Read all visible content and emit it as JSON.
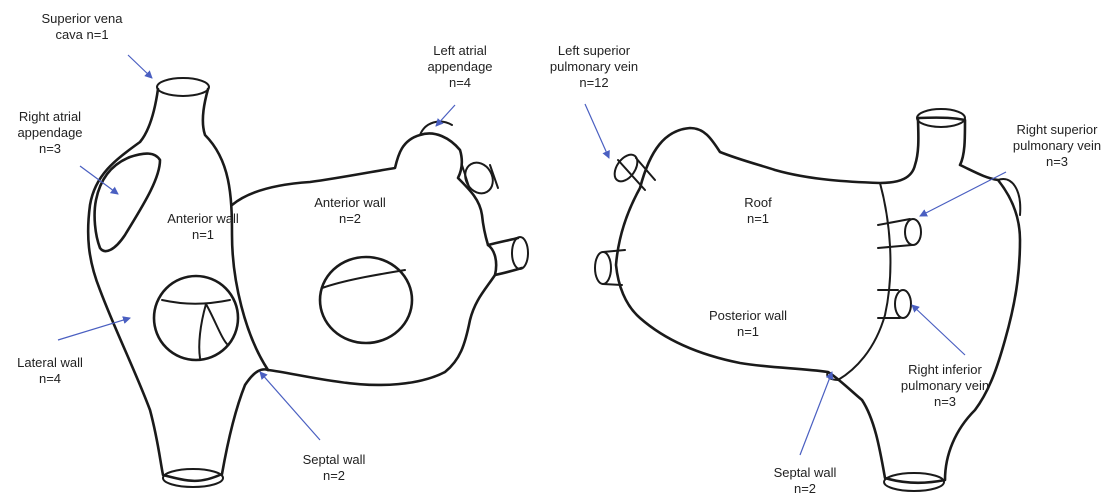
{
  "colors": {
    "outline": "#1a1a1a",
    "arrow": "#4a5fc1",
    "text": "#222222",
    "background": "#ffffff"
  },
  "right_atrium_view": {
    "superior_vena_cava": {
      "line1": "Superior vena",
      "line2": "cava n=1"
    },
    "right_atrial_appendage": {
      "line1": "Right atrial",
      "line2": "appendage",
      "line3": "n=3"
    },
    "anterior_wall": {
      "line1": "Anterior wall",
      "line2": "n=1"
    },
    "lateral_wall": {
      "line1": "Lateral wall",
      "line2": "n=4"
    },
    "septal_wall": {
      "line1": "Septal wall",
      "line2": "n=2"
    }
  },
  "left_atrium_anterior_view": {
    "left_atrial_appendage": {
      "line1": "Left atrial",
      "line2": "appendage",
      "line3": "n=4"
    },
    "anterior_wall": {
      "line1": "Anterior wall",
      "line2": "n=2"
    }
  },
  "left_atrium_posterior_view": {
    "left_superior_pulmonary_vein": {
      "line1": "Left superior",
      "line2": "pulmonary vein",
      "line3": "n=12"
    },
    "roof": {
      "line1": "Roof",
      "line2": "n=1"
    },
    "posterior_wall": {
      "line1": "Posterior wall",
      "line2": "n=1"
    },
    "right_superior_pulmonary_vein": {
      "line1": "Right superior",
      "line2": "pulmonary vein",
      "line3": "n=3"
    },
    "right_inferior_pulmonary_vein": {
      "line1": "Right inferior",
      "line2": "pulmonary vein",
      "line3": "n=3"
    },
    "septal_wall": {
      "line1": "Septal wall",
      "line2": "n=2"
    }
  }
}
